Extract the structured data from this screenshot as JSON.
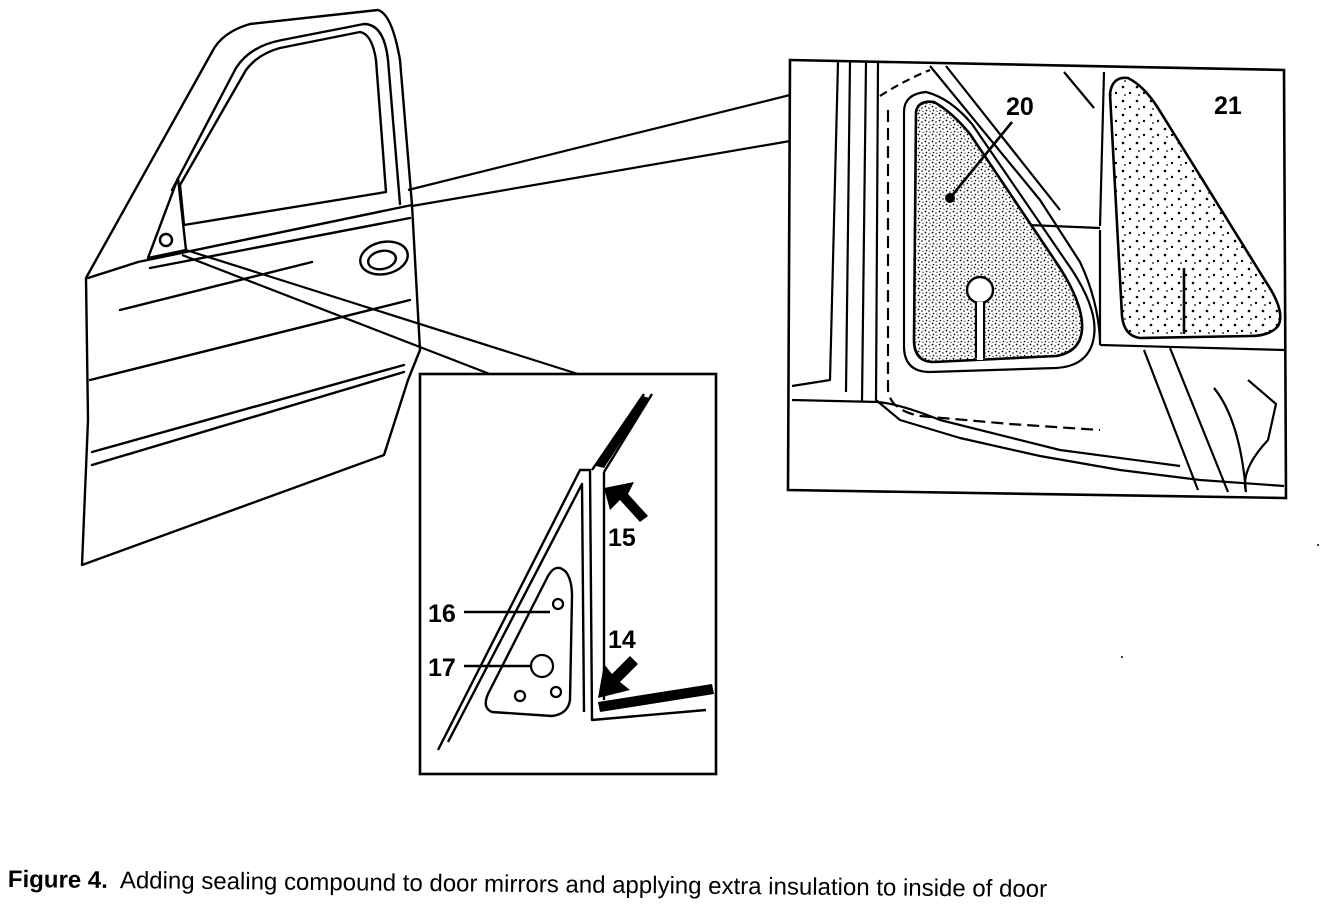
{
  "figure": {
    "callouts": {
      "c14": "14",
      "c15": "15",
      "c16": "16",
      "c17": "17",
      "c20": "20",
      "c21": "21"
    },
    "caption": {
      "label": "Figure 4.",
      "text": "Adding sealing compound to door mirrors and applying extra insulation to inside of door"
    }
  }
}
